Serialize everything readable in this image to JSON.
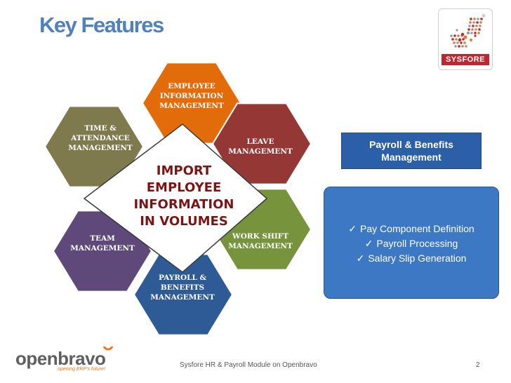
{
  "slide": {
    "title": "Key Features",
    "footer": "Sysfore HR & Payroll Module on Openbravo",
    "page_number": "2"
  },
  "logos": {
    "sysfore": {
      "name": "SYSFORE",
      "mark": "®",
      "brand_color": "#c0262d"
    },
    "openbravo": {
      "name": "openbravo",
      "tagline": "opening ERP's future!",
      "accent_color": "#e8781e"
    }
  },
  "diagram": {
    "hexagons": [
      {
        "lines": [
          "EMPLOYEE",
          "INFORMATION",
          "MANAGEMENT"
        ],
        "color": "#e36c0a"
      },
      {
        "lines": [
          "LEAVE",
          "MANAGEMENT"
        ],
        "color": "#953735"
      },
      {
        "lines": [
          "WORK SHIFT",
          "MANAGEMENT"
        ],
        "color": "#77933c"
      },
      {
        "lines": [
          "PAYROLL &",
          "BENEFITS",
          "MANAGEMENT"
        ],
        "color": "#2e5a96"
      },
      {
        "lines": [
          "TEAM",
          "MANAGEMENT"
        ],
        "color": "#5f497a"
      },
      {
        "lines": [
          "TIME &",
          "ATTENDANCE",
          "MANAGEMENT"
        ],
        "color": "#7f7a4e"
      }
    ],
    "center": {
      "lines": [
        "IMPORT",
        "EMPLOYEE",
        "INFORMATION",
        "IN VOLUMES"
      ],
      "color": "#7b1515"
    }
  },
  "detail": {
    "heading": [
      "Payroll & Benefits",
      "Management"
    ],
    "items": [
      "Pay Component Definition",
      "Payroll Processing",
      "Salary Slip Generation"
    ],
    "heading_color": "#2b5fa8",
    "list_color": "#3c78c3"
  }
}
